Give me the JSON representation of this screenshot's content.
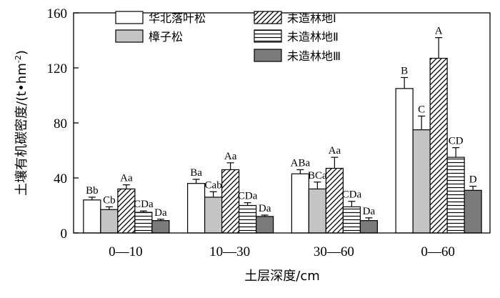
{
  "chart_data": {
    "type": "bar",
    "title": "",
    "xlabel": "土层深度/cm",
    "ylabel": "土壤有机碳密度/(t·hm⁻²)",
    "ylabel_parts": {
      "main": "土壤有机碳密度/(t",
      "dot": "•",
      "unit": "hm",
      "sup": "-2",
      "close": ")"
    },
    "ylim": [
      0,
      160
    ],
    "yticks": [
      "0",
      "40",
      "80",
      "120",
      "160"
    ],
    "categories": [
      "0—10",
      "10—30",
      "30—60",
      "0—60"
    ],
    "series": [
      {
        "name": "华北落叶松",
        "fill": "white",
        "values": [
          24,
          36,
          43,
          105
        ],
        "errors": [
          2,
          3,
          3,
          8
        ],
        "labels": [
          "Bb",
          "Ba",
          "ABa",
          "B"
        ]
      },
      {
        "name": "樟子松",
        "fill": "lightgray",
        "values": [
          17,
          26,
          32,
          75
        ],
        "errors": [
          2,
          4,
          5,
          10
        ],
        "labels": [
          "Cb",
          "Cab",
          "BCa",
          "C"
        ]
      },
      {
        "name": "未造林地Ⅰ",
        "fill": "hatch",
        "values": [
          32,
          46,
          47,
          127
        ],
        "errors": [
          3,
          5,
          8,
          15
        ],
        "labels": [
          "Aa",
          "Aa",
          "Aa",
          "A"
        ]
      },
      {
        "name": "未造林地Ⅱ",
        "fill": "hlines",
        "values": [
          15,
          20,
          19,
          55
        ],
        "errors": [
          1,
          2,
          4,
          7
        ],
        "labels": [
          "CDa",
          "CDa",
          "CDa",
          "CD"
        ]
      },
      {
        "name": "未造林地Ⅲ",
        "fill": "darkgray",
        "values": [
          9,
          12,
          9,
          31
        ],
        "errors": [
          1,
          1,
          2,
          3
        ],
        "labels": [
          "Da",
          "Da",
          "Da",
          "D"
        ]
      }
    ],
    "legend_position": "top-left",
    "grid": false
  }
}
